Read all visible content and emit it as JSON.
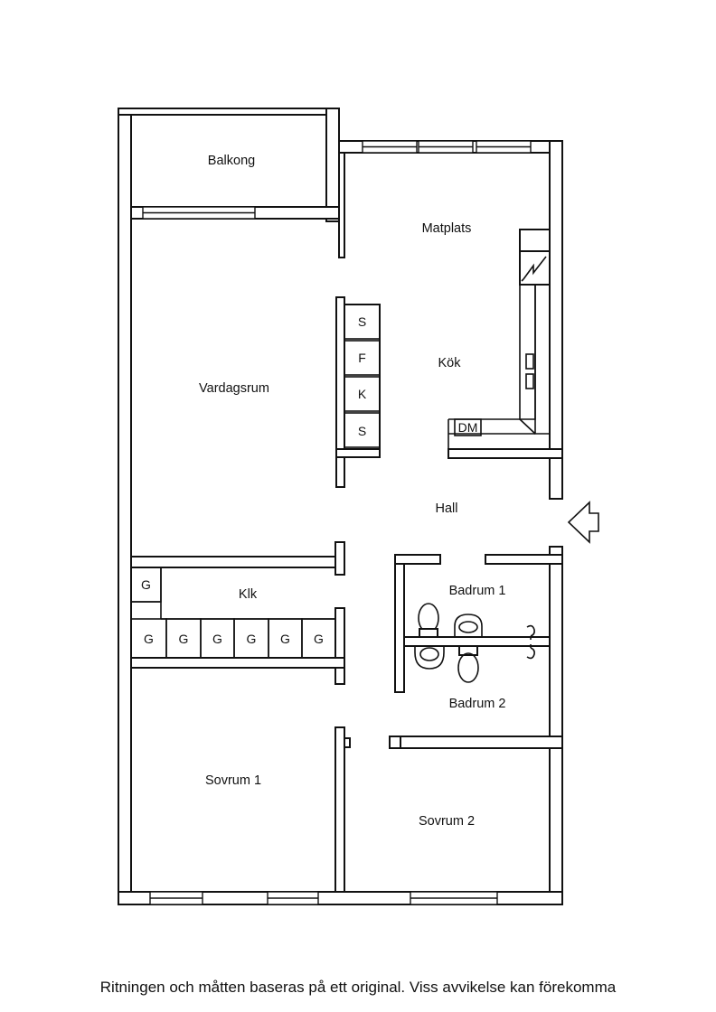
{
  "rooms": {
    "balkong": "Balkong",
    "matplats": "Matplats",
    "kok": "Kök",
    "vardagsrum": "Vardagsrum",
    "hall": "Hall",
    "klk": "Klk",
    "badrum1": "Badrum 1",
    "badrum2": "Badrum 2",
    "sovrum1": "Sovrum 1",
    "sovrum2": "Sovrum 2"
  },
  "appliances": {
    "s_top": "S",
    "f": "F",
    "k": "K",
    "s_bottom": "S",
    "dm": "DM"
  },
  "wardrobes": [
    "G",
    "G",
    "G",
    "G",
    "G",
    "G",
    "G"
  ],
  "disclaimer": "Ritningen och måtten baseras på ett original. Viss avvikelse kan förekomma",
  "icons": {
    "entrance": "entrance-arrow-icon",
    "stove": "stove-icon",
    "toilet": "toilet-icon",
    "sink": "sink-icon",
    "tap": "tap-icon"
  }
}
